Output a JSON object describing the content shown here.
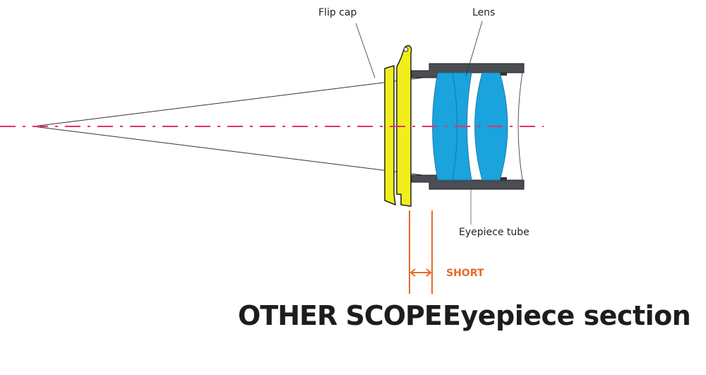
{
  "labels": {
    "flip_cap": "Flip cap",
    "lens": "Lens",
    "eyepiece_tube": "Eyepiece tube",
    "short": "SHORT"
  },
  "caption": {
    "left": "OTHER SCOPE",
    "right": "Eyepiece section"
  },
  "colors": {
    "cap": "#f2ee1c",
    "lens": "#1aa3dc",
    "tube": "#4a4d52",
    "axis": "#e0326e",
    "dimension": "#e8692a",
    "outline": "#222222"
  }
}
